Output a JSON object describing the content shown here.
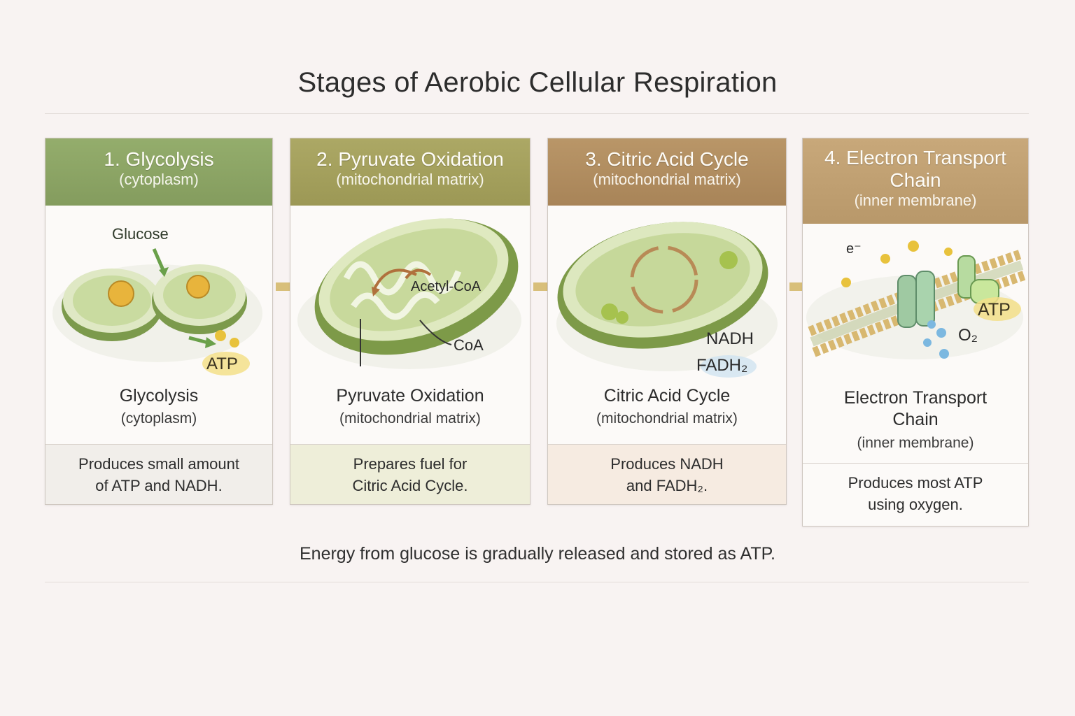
{
  "title": "Stages of Aerobic Cellular Respiration",
  "stages": [
    {
      "header_title": "1. Glycolysis",
      "header_sub": "(cytoplasm)",
      "label_title": "Glycolysis",
      "label_sub": "(cytoplasm)",
      "desc_line1": "Produces small amount",
      "desc_line2": "of ATP and NADH.",
      "art_labels": {
        "glucose": "Glucose",
        "atp": "ATP"
      },
      "header_color": "#8ba465"
    },
    {
      "header_title": "2. Pyruvate Oxidation",
      "header_sub": "(mitochondrial matrix)",
      "label_title": "Pyruvate Oxidation",
      "label_sub": "(mitochondrial matrix)",
      "desc_line1": "Prepares fuel for",
      "desc_line2": "Citric Acid Cycle.",
      "art_labels": {
        "acetyl": "Acetyl-CoA",
        "coa": "CoA"
      },
      "header_color": "#a4a05c"
    },
    {
      "header_title": "3. Citric Acid Cycle",
      "header_sub": "(mitochondrial matrix)",
      "label_title": "Citric Acid Cycle",
      "label_sub": "(mitochondrial matrix)",
      "desc_line1": "Produces NADH",
      "desc_line2": "and FADH₂.",
      "art_labels": {
        "nadh": "NADH",
        "fadh": "FADH₂"
      },
      "header_color": "#b08c5e"
    },
    {
      "header_title": "4. Electron Transport Chain",
      "header_title_line1": "4. Electron Transport",
      "header_title_line2": "Chain",
      "header_sub": "(inner membrane)",
      "label_title_line1": "Electron Transport",
      "label_title_line2": "Chain",
      "label_sub": "(inner membrane)",
      "desc_line1": "Produces most ATP",
      "desc_line2": "using oxygen.",
      "art_labels": {
        "electron": "e⁻",
        "atp": "ATP",
        "oxygen": "O₂"
      },
      "header_color": "#c0a072"
    }
  ],
  "footer": "Energy from glucose is gradually released and stored as ATP.",
  "colors": {
    "background": "#f8f3f2",
    "arrow": "#d8bf7a",
    "desc_band_1": "#f1eeea",
    "desc_band_2": "#eeeed9",
    "desc_band_3": "#f6ebe1",
    "desc_band_4": "#fcfaf8"
  }
}
